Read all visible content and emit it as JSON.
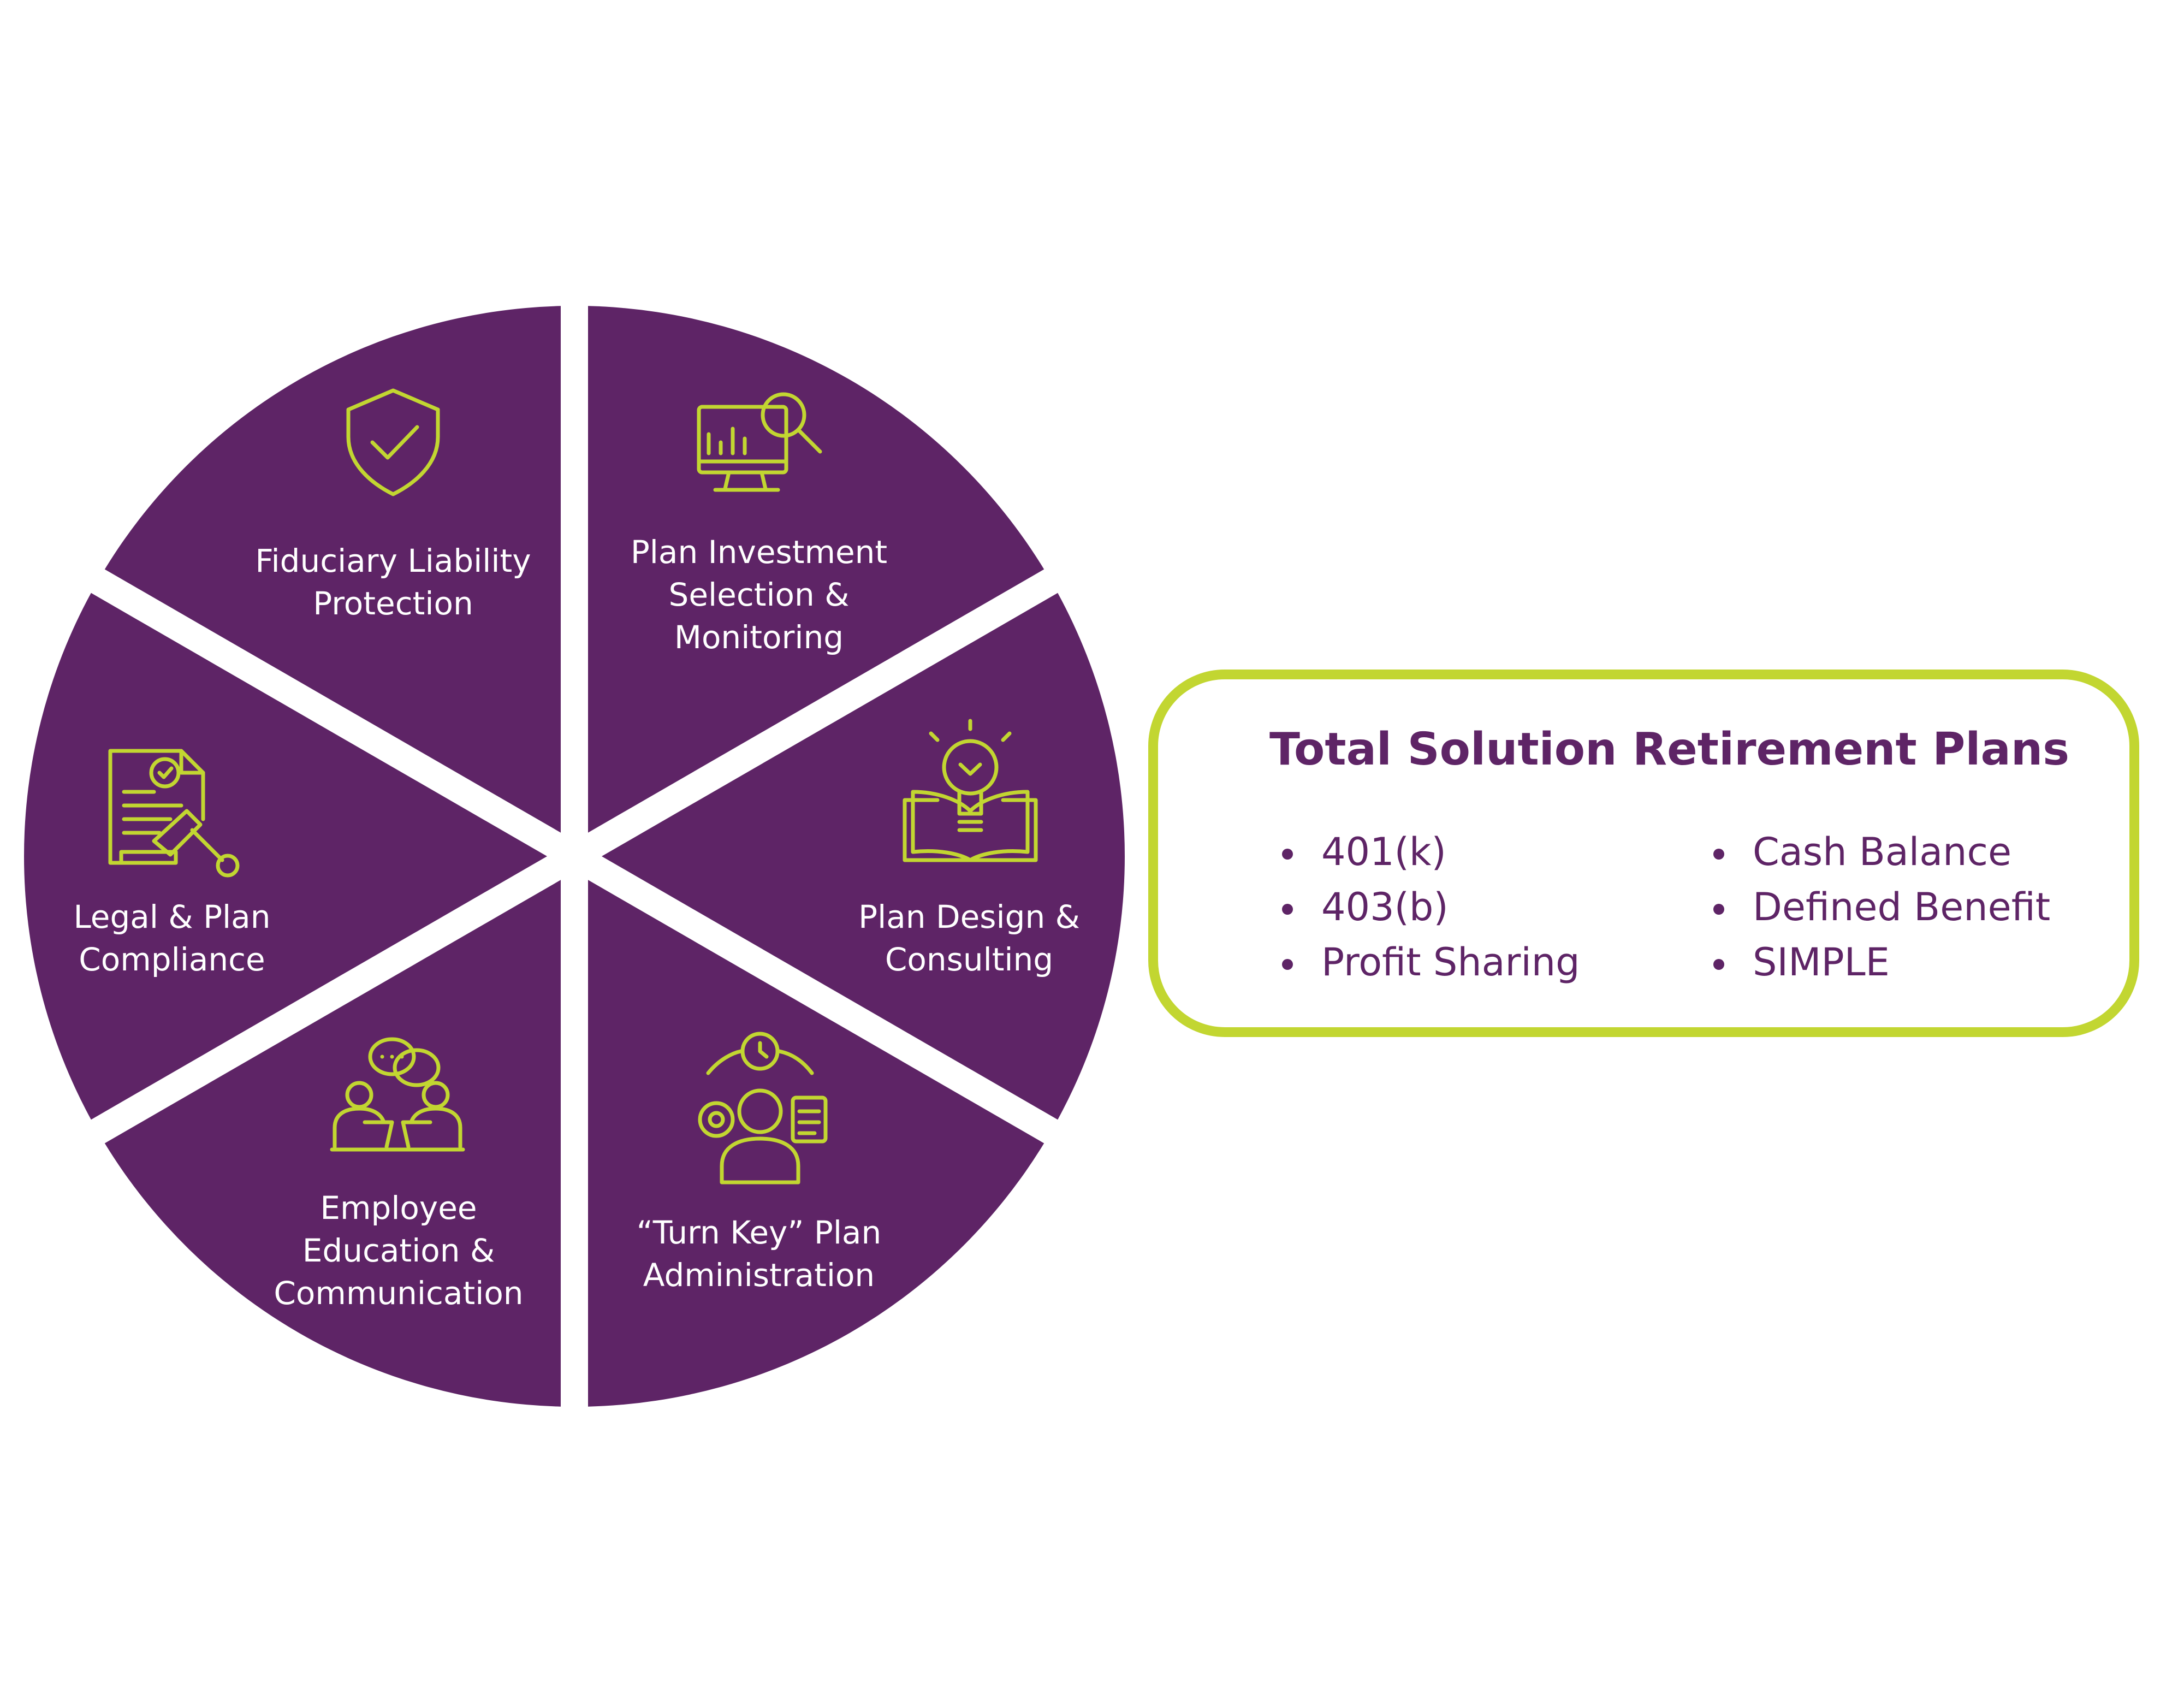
{
  "colors": {
    "segment": "#5e2466",
    "accent": "#c2d631",
    "label_text": "#ffffff",
    "box_text": "#5e2466"
  },
  "wheel": {
    "segments": [
      {
        "id": "fiduciary",
        "icon": "shield-check-icon",
        "lines": [
          "Fiduciary Liability",
          "Protection"
        ]
      },
      {
        "id": "investment",
        "icon": "monitor-chart-magnifier-icon",
        "lines": [
          "Plan Investment",
          "Selection &",
          "Monitoring"
        ]
      },
      {
        "id": "design",
        "icon": "lightbulb-book-icon",
        "lines": [
          "Plan Design &",
          "Consulting"
        ]
      },
      {
        "id": "administration",
        "icon": "person-clock-gear-clipboard-icon",
        "lines": [
          "“Turn Key” Plan",
          "Administration"
        ]
      },
      {
        "id": "education",
        "icon": "people-chat-desk-icon",
        "lines": [
          "Employee",
          "Education &",
          "Communication"
        ]
      },
      {
        "id": "legal",
        "icon": "document-gavel-icon",
        "lines": [
          "Legal & Plan",
          "Compliance"
        ]
      }
    ]
  },
  "plans_box": {
    "title": "Total Solution Retirement Plans",
    "column1": [
      "401(k)",
      "403(b)",
      "Profit Sharing"
    ],
    "column2": [
      "Cash Balance",
      "Defined Benefit",
      "SIMPLE"
    ]
  }
}
